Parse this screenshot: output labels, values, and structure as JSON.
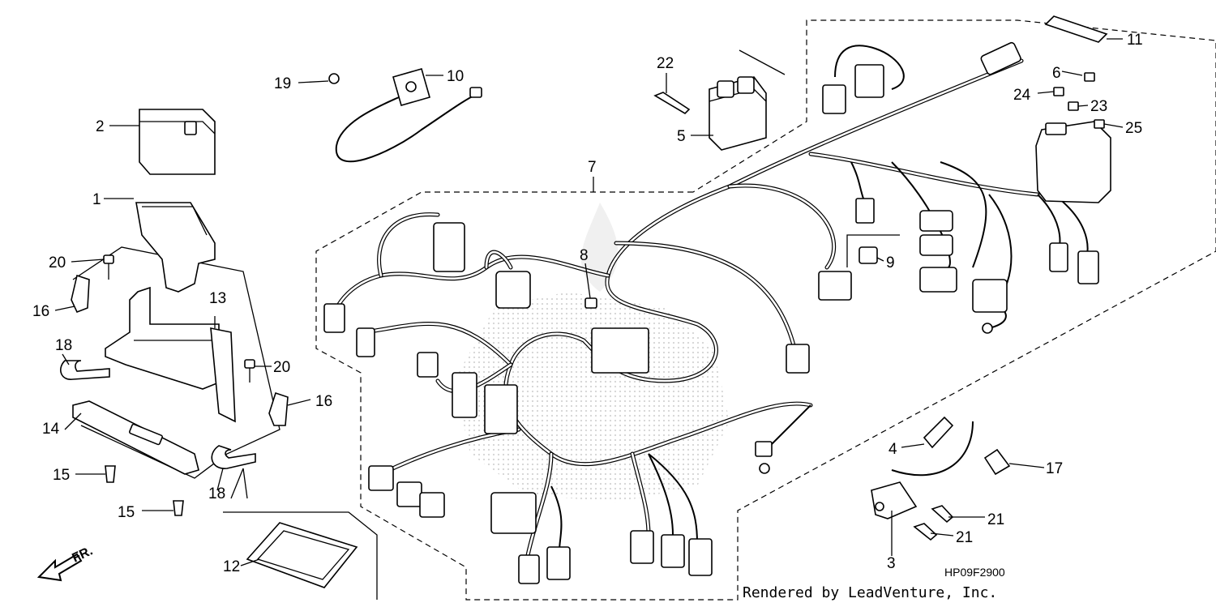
{
  "diagram": {
    "callouts": [
      {
        "id": "c1",
        "label": "1"
      },
      {
        "id": "c2",
        "label": "2"
      },
      {
        "id": "c3",
        "label": "3"
      },
      {
        "id": "c4",
        "label": "4"
      },
      {
        "id": "c5",
        "label": "5"
      },
      {
        "id": "c6",
        "label": "6"
      },
      {
        "id": "c7",
        "label": "7"
      },
      {
        "id": "c8",
        "label": "8"
      },
      {
        "id": "c9",
        "label": "9"
      },
      {
        "id": "c10",
        "label": "10"
      },
      {
        "id": "c11",
        "label": "11"
      },
      {
        "id": "c12",
        "label": "12"
      },
      {
        "id": "c13",
        "label": "13"
      },
      {
        "id": "c14",
        "label": "14"
      },
      {
        "id": "c15a",
        "label": "15"
      },
      {
        "id": "c15b",
        "label": "15"
      },
      {
        "id": "c16a",
        "label": "16"
      },
      {
        "id": "c16b",
        "label": "16"
      },
      {
        "id": "c17",
        "label": "17"
      },
      {
        "id": "c18a",
        "label": "18"
      },
      {
        "id": "c18b",
        "label": "18"
      },
      {
        "id": "c19",
        "label": "19"
      },
      {
        "id": "c20a",
        "label": "20"
      },
      {
        "id": "c20b",
        "label": "20"
      },
      {
        "id": "c21a",
        "label": "21"
      },
      {
        "id": "c21b",
        "label": "21"
      },
      {
        "id": "c22",
        "label": "22"
      },
      {
        "id": "c23",
        "label": "23"
      },
      {
        "id": "c24",
        "label": "24"
      },
      {
        "id": "c25",
        "label": "25"
      }
    ],
    "direction_label": "FR.",
    "diagram_code": "HP09F2900",
    "credit": "Rendered by LeadVenture, Inc."
  }
}
